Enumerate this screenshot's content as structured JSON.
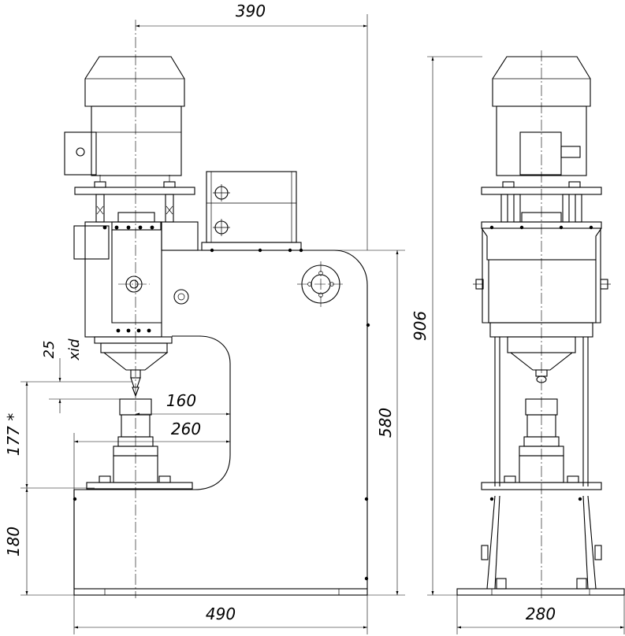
{
  "drawing": {
    "stroke_color": "#000000",
    "background": "#ffffff",
    "dimensions": {
      "top_width": "390",
      "overall_height": "906",
      "throat_height": "580",
      "base_width": "490",
      "side_width": "280",
      "d160": "160",
      "d260": "260",
      "d25": "25",
      "stroke_label": "xid",
      "d177": "177 *",
      "d180": "180"
    }
  }
}
